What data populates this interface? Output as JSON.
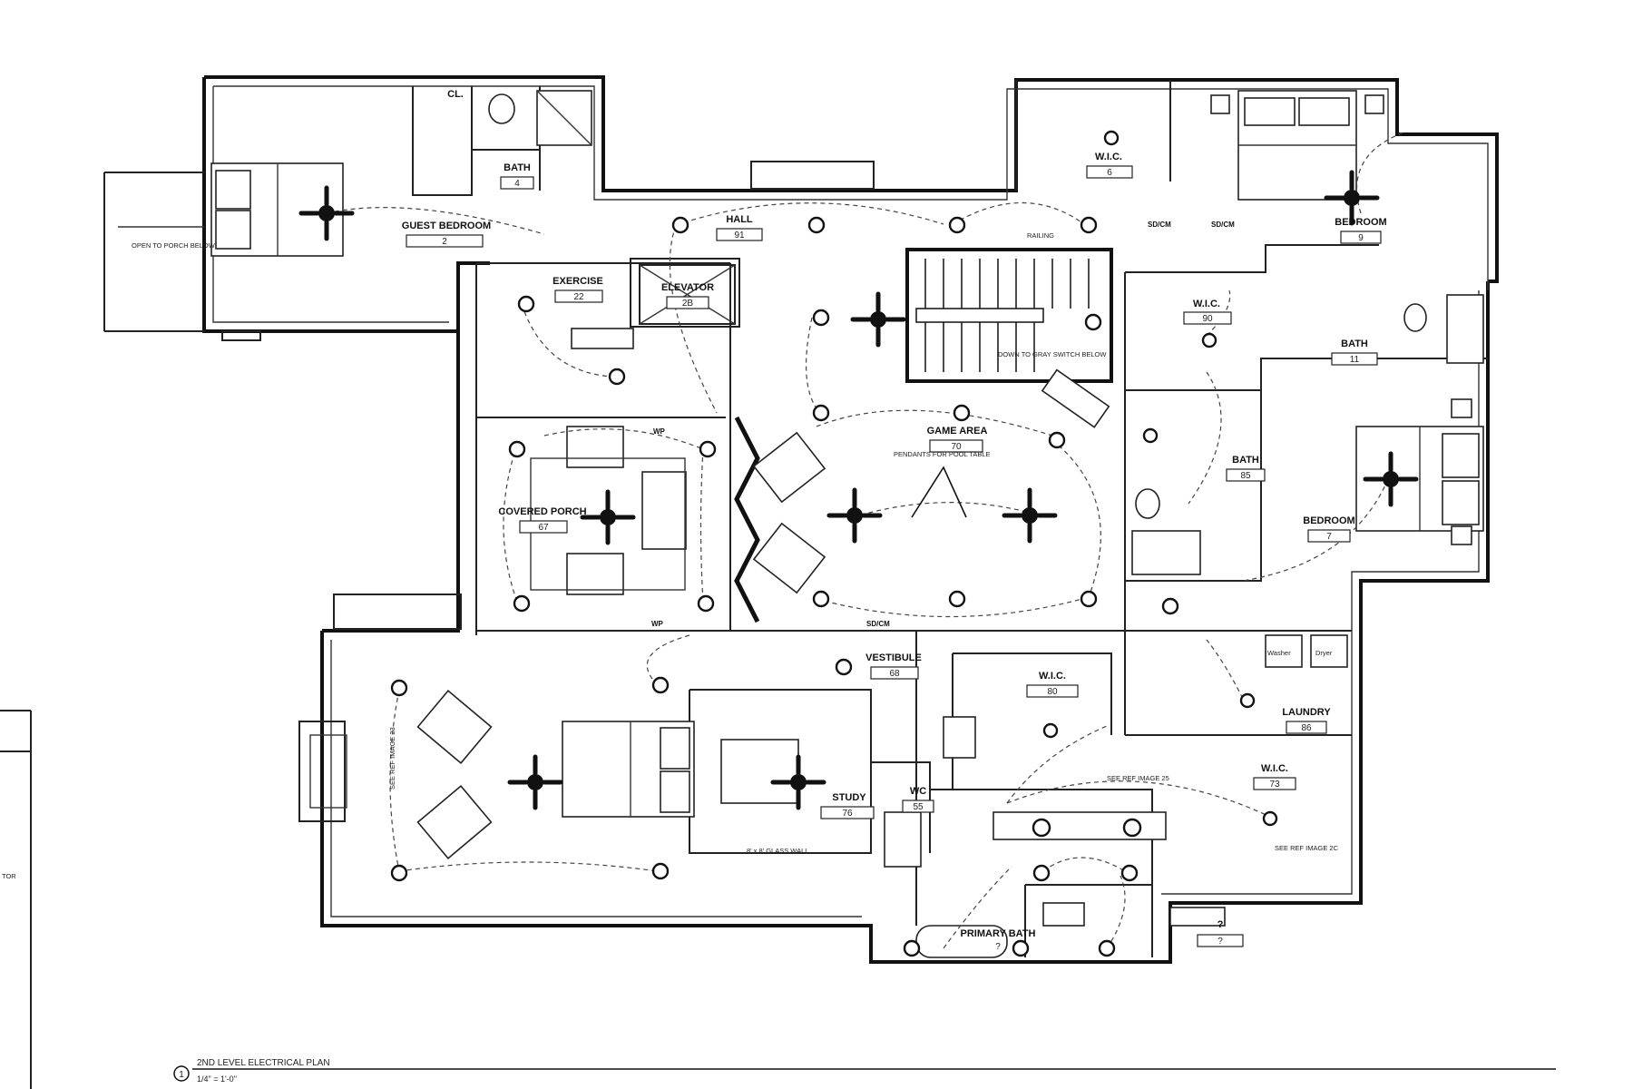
{
  "drawing": {
    "title": "2ND LEVEL ELECTRICAL PLAN",
    "scale": "1/4\" = 1'-0\"",
    "callout_number": "1",
    "side_text": "TOR"
  },
  "rooms": {
    "closet": {
      "label": "CL."
    },
    "bath_4": {
      "label": "BATH",
      "number": "4"
    },
    "guest_bedroom": {
      "label": "GUEST BEDROOM",
      "number": "2"
    },
    "hall": {
      "label": "HALL",
      "number": "91"
    },
    "exercise": {
      "label": "EXERCISE",
      "number": "22"
    },
    "elevator": {
      "label": "ELEVATOR",
      "number": "2B"
    },
    "game_area": {
      "label": "GAME AREA",
      "number": "70"
    },
    "covered_porch": {
      "label": "COVERED PORCH",
      "number": "67"
    },
    "wic_6": {
      "label": "W.I.C.",
      "number": "6"
    },
    "bedroom_9": {
      "label": "BEDROOM",
      "number": "9"
    },
    "wic_90": {
      "label": "W.I.C.",
      "number": "90"
    },
    "bath_11": {
      "label": "BATH",
      "number": "11"
    },
    "bath_85": {
      "label": "BATH",
      "number": "85"
    },
    "bedroom_7": {
      "label": "BEDROOM",
      "number": "7"
    },
    "vestibule": {
      "label": "VESTIBULE",
      "number": "68"
    },
    "wic_80": {
      "label": "W.I.C.",
      "number": "80"
    },
    "laundry": {
      "label": "LAUNDRY",
      "number": "86"
    },
    "wic_73": {
      "label": "W.I.C.",
      "number": "73"
    },
    "study": {
      "label": "STUDY",
      "number": "76"
    },
    "wc": {
      "label": "WC",
      "number": "55"
    },
    "primary_bath": {
      "label": "PRIMARY BATH",
      "number": "?"
    },
    "unknown": {
      "label": "?",
      "number": "?"
    }
  },
  "notes": {
    "open_to_porch": "OPEN TO PORCH BELOW",
    "railing": "RAILING",
    "down": "DOWN TO GRAY SWITCH BELOW",
    "pendants": "PENDANTS FOR POOL TABLE",
    "glass_wall": "8' x 8' GLASS WALL",
    "see_ref_25": "SEE REF IMAGE 25",
    "see_ref_2c": "SEE REF IMAGE 2C",
    "see_ref_2": "SEE REF IMAGE 23",
    "washer": "Washer",
    "dryer": "Dryer"
  },
  "switch_labels": {
    "sd_cm": "SD/CM",
    "sd_cm_2": "SD/CM",
    "sdcm": "SD/CM",
    "wp": "WP",
    "wp_2": "WP"
  },
  "colors": {
    "line": "#111111",
    "paper": "#ffffff"
  }
}
